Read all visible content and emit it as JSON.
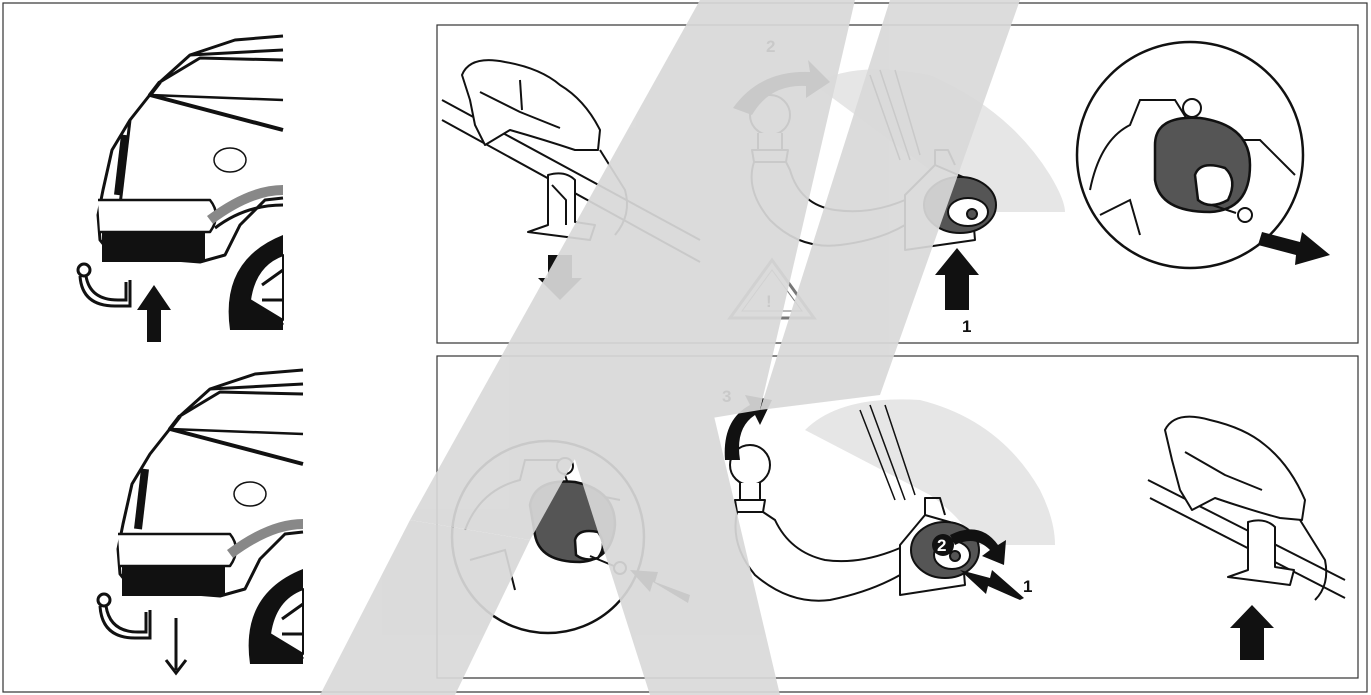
{
  "panels": {
    "top": {
      "labels": {
        "rotate_arrow": "2",
        "unlock_push": "1"
      },
      "warning_symbol": "!"
    },
    "bottom": {
      "labels": {
        "lift_arrow": "3",
        "rotate_knob": "2",
        "push_knob": "1"
      }
    }
  },
  "watermark": {
    "color": "#d9d9d9"
  },
  "colors": {
    "line": "#111111",
    "knob": "#555555",
    "bumper_shade": "#e6e6e6"
  }
}
